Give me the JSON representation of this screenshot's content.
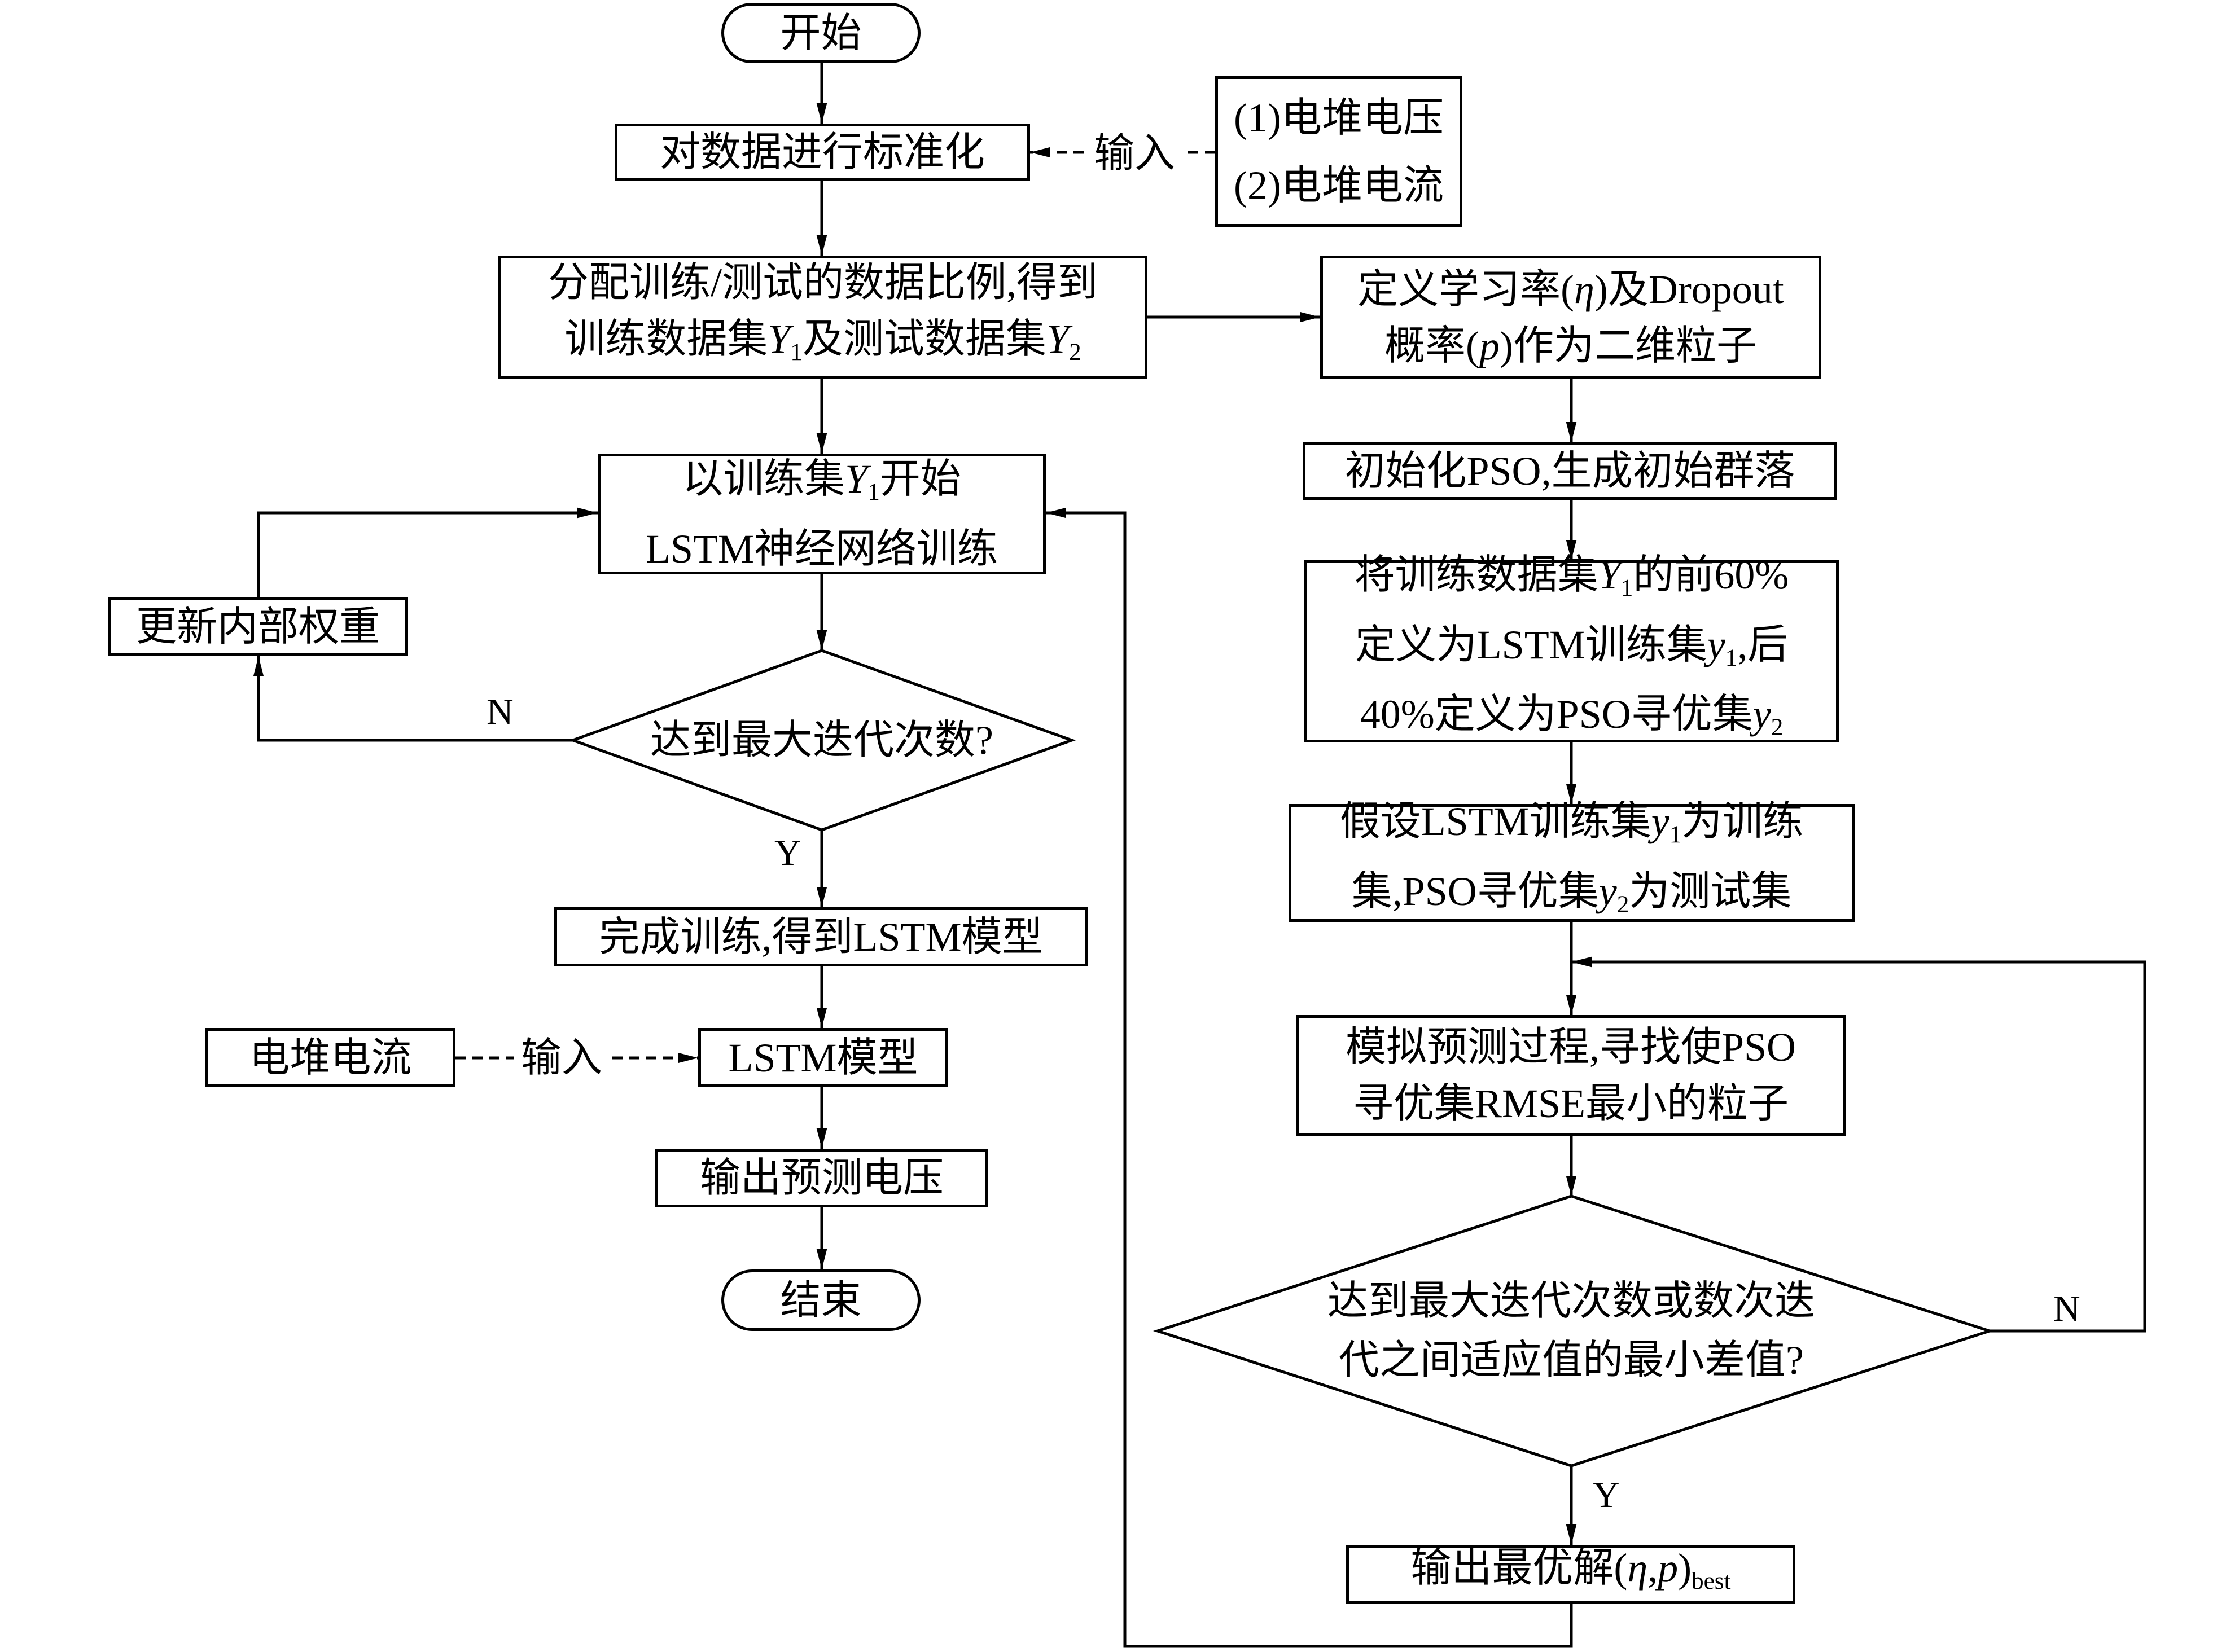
{
  "left": {
    "start": "开始",
    "normalize": "对数据进行标准化",
    "inputs": [
      "(1)电堆电压",
      "(2)电堆电流"
    ],
    "input_label": "输入",
    "split": [
      "分配训练/测试的数据比例,得到",
      "训练数据集",
      "Y",
      "1",
      "及测试数据集",
      "Y",
      "2"
    ],
    "train": [
      "以训练集",
      "Y",
      "1",
      "开始",
      "LSTM神经网络训练"
    ],
    "update": "更新内部权重",
    "decision": "达到最大迭代次数?",
    "no": "N",
    "yes": "Y",
    "done": "完成训练,得到LSTM模型",
    "current_in": "电堆电流",
    "input_label2": "输入",
    "model": "LSTM模型",
    "output": "输出预测电压",
    "end": "结束"
  },
  "right": {
    "define": [
      "定义学习率(",
      "η",
      ")及Dropout",
      "概率(",
      "p",
      ")作为二维粒子"
    ],
    "init": "初始化PSO,生成初始群落",
    "assign": [
      "将训练数据集",
      "Y",
      "1",
      "的前60%",
      "定义为LSTM训练集",
      "y",
      "1",
      ",后",
      "40%定义为PSO寻优集",
      "y",
      "2"
    ],
    "assume": [
      "假设LSTM训练集",
      "y",
      "1",
      "为训练",
      "集,PSO寻优集",
      "y",
      "2",
      "为测试集"
    ],
    "simulate": [
      "模拟预测过程,寻找使PSO",
      "寻优集RMSE最小的粒子"
    ],
    "decision": [
      "达到最大迭代次数或数次迭",
      "代之间适应值的最小差值?"
    ],
    "no": "N",
    "yes": "Y",
    "best": [
      "输出最优解(",
      "η",
      ",",
      "p",
      ")",
      "best"
    ]
  }
}
